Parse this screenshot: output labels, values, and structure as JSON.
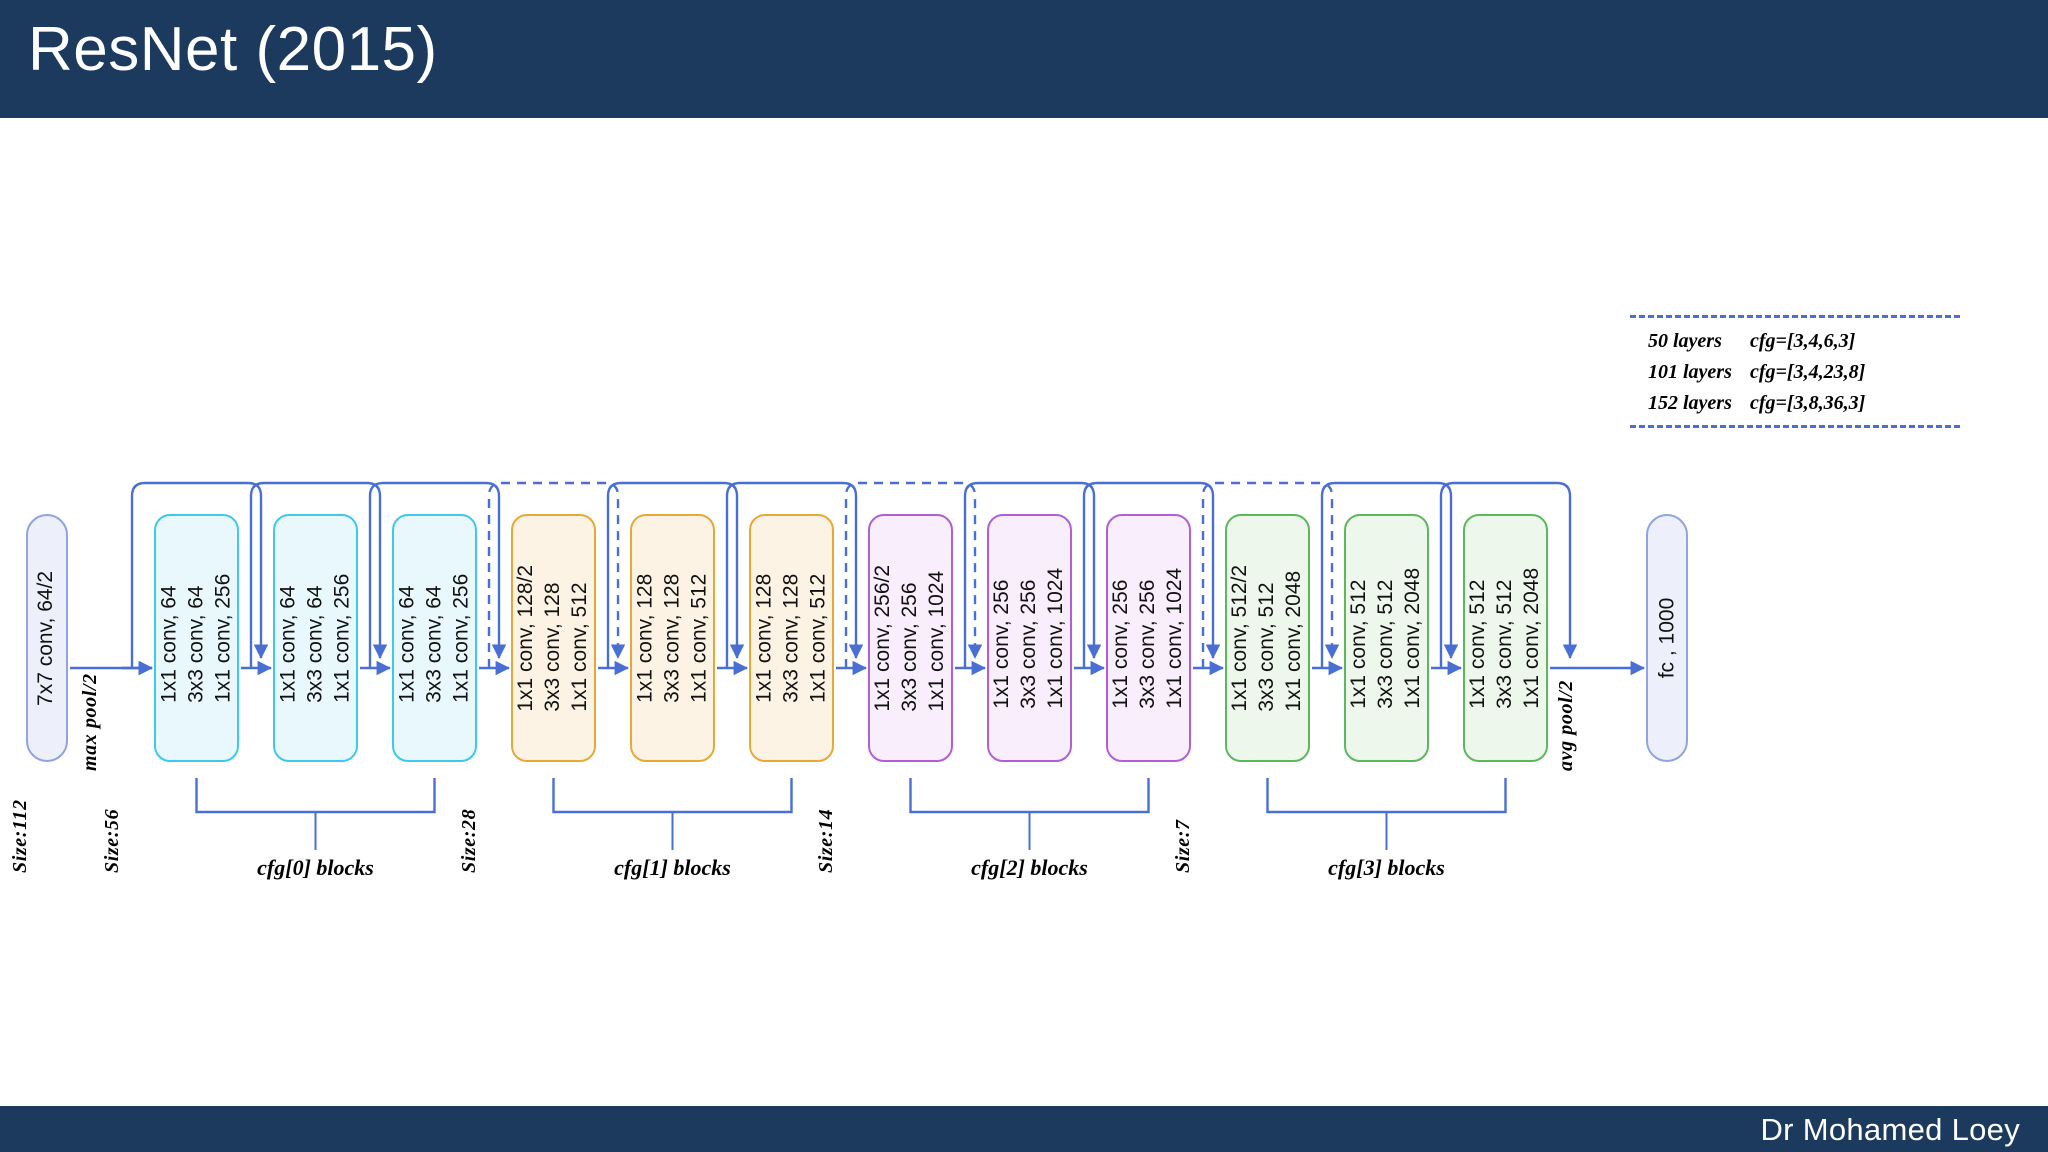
{
  "slide": {
    "title": "ResNet (2015)",
    "footer": "Dr Mohamed Loey",
    "title_bar_color": "#1b3a5e",
    "background_color": "#ffffff",
    "wire_color": "#4a6fd4"
  },
  "legend": {
    "rows": [
      {
        "layers": "50 layers",
        "cfg": "cfg=[3,4,6,3]"
      },
      {
        "layers": "101 layers",
        "cfg": "cfg=[3,4,23,8]"
      },
      {
        "layers": "152 layers",
        "cfg": "cfg=[3,8,36,3]"
      }
    ]
  },
  "diagram": {
    "type": "neural-network-architecture",
    "stem": {
      "label": "7x7 conv, 64/2",
      "fill": "#edf0fb",
      "stroke": "#8fa4e0"
    },
    "head": {
      "label": "fc , 1000",
      "fill": "#edf0fb",
      "stroke": "#8fa4e0"
    },
    "pool_labels": {
      "max_pool": "max pool/2",
      "avg_pool": "avg pool/2"
    },
    "size_labels": [
      {
        "text": "Size:112"
      },
      {
        "text": "Size:56"
      },
      {
        "text": "Size:28"
      },
      {
        "text": "Size:14"
      },
      {
        "text": "Size:7"
      }
    ],
    "stages": [
      {
        "name": "stage-1",
        "color_name": "cyan",
        "fill": "#e8f8fd",
        "stroke": "#3fc8ee",
        "brace_label": "cfg[0] blocks",
        "size_label": "Size:56",
        "blocks": [
          {
            "lines": [
              "1x1 conv,  64",
              "3x3 conv,  64",
              "1x1 conv,  256"
            ],
            "skip": "solid"
          },
          {
            "lines": [
              "1x1 conv,  64",
              "3x3 conv,  64",
              "1x1 conv,  256"
            ],
            "skip": "solid"
          },
          {
            "lines": [
              "1x1 conv,  64",
              "3x3 conv,  64",
              "1x1 conv,  256"
            ],
            "skip": "solid"
          }
        ]
      },
      {
        "name": "stage-2",
        "color_name": "orange",
        "fill": "#fdf3e4",
        "stroke": "#e8a838",
        "brace_label": "cfg[1] blocks",
        "size_label": "Size:28",
        "blocks": [
          {
            "lines": [
              "1x1 conv,  128/2",
              "3x3 conv,  128",
              "1x1 conv,  512"
            ],
            "skip": "dashed"
          },
          {
            "lines": [
              "1x1 conv,  128",
              "3x3 conv,  128",
              "1x1 conv,  512"
            ],
            "skip": "solid"
          },
          {
            "lines": [
              "1x1 conv,  128",
              "3x3 conv,  128",
              "1x1 conv,  512"
            ],
            "skip": "solid"
          }
        ]
      },
      {
        "name": "stage-3",
        "color_name": "purple",
        "fill": "#f8eefc",
        "stroke": "#b05fd8",
        "brace_label": "cfg[2] blocks",
        "size_label": "Size:14",
        "blocks": [
          {
            "lines": [
              "1x1 conv,  256/2",
              "3x3 conv,  256",
              "1x1 conv,  1024"
            ],
            "skip": "dashed"
          },
          {
            "lines": [
              "1x1 conv,  256",
              "3x3 conv,  256",
              "1x1 conv,  1024"
            ],
            "skip": "solid"
          },
          {
            "lines": [
              "1x1 conv,  256",
              "3x3 conv,  256",
              "1x1 conv,  1024"
            ],
            "skip": "solid"
          }
        ]
      },
      {
        "name": "stage-4",
        "color_name": "green",
        "fill": "#eef7ec",
        "stroke": "#5cb85c",
        "brace_label": "cfg[3] blocks",
        "size_label": "Size:7",
        "blocks": [
          {
            "lines": [
              "1x1 conv,  512/2",
              "3x3 conv,  512",
              "1x1 conv,  2048"
            ],
            "skip": "dashed"
          },
          {
            "lines": [
              "1x1 conv,  512",
              "3x3 conv,  512",
              "1x1 conv,  2048"
            ],
            "skip": "solid"
          },
          {
            "lines": [
              "1x1 conv,  512",
              "3x3 conv,  512",
              "1x1 conv,  2048"
            ],
            "skip": "solid"
          }
        ]
      }
    ]
  }
}
